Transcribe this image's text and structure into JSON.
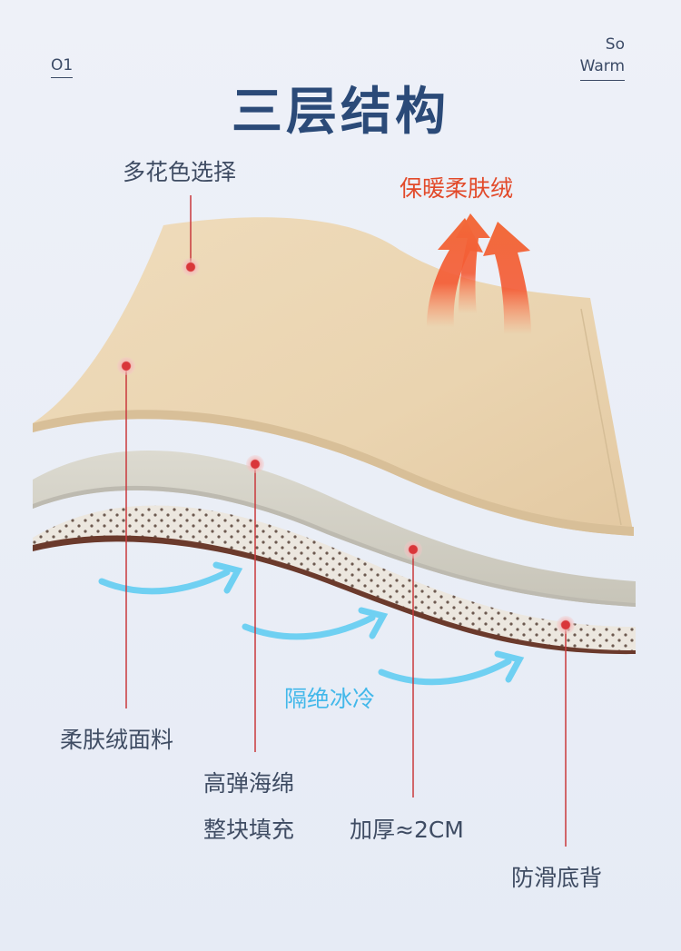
{
  "page_number": "O1",
  "brand_top": "So",
  "brand_bottom": "Warm",
  "title": "三层结构",
  "labels": {
    "colors": "多花色选择",
    "warm": "保暖柔肤绒",
    "fabric": "柔肤绒面料",
    "sponge_line1": "高弹海绵",
    "sponge_line2": "整块填充",
    "thickness": "加厚≈2CM",
    "isolate": "隔绝冰冷",
    "backing": "防滑底背"
  },
  "colors": {
    "title": "#2b4a78",
    "warm_text": "#e24a2a",
    "cold_text": "#43b8ea",
    "fabric": "#ead7b6",
    "sponge": "#d2d0c5",
    "backing": "#6b3a2c",
    "marker": "#d9363a"
  }
}
